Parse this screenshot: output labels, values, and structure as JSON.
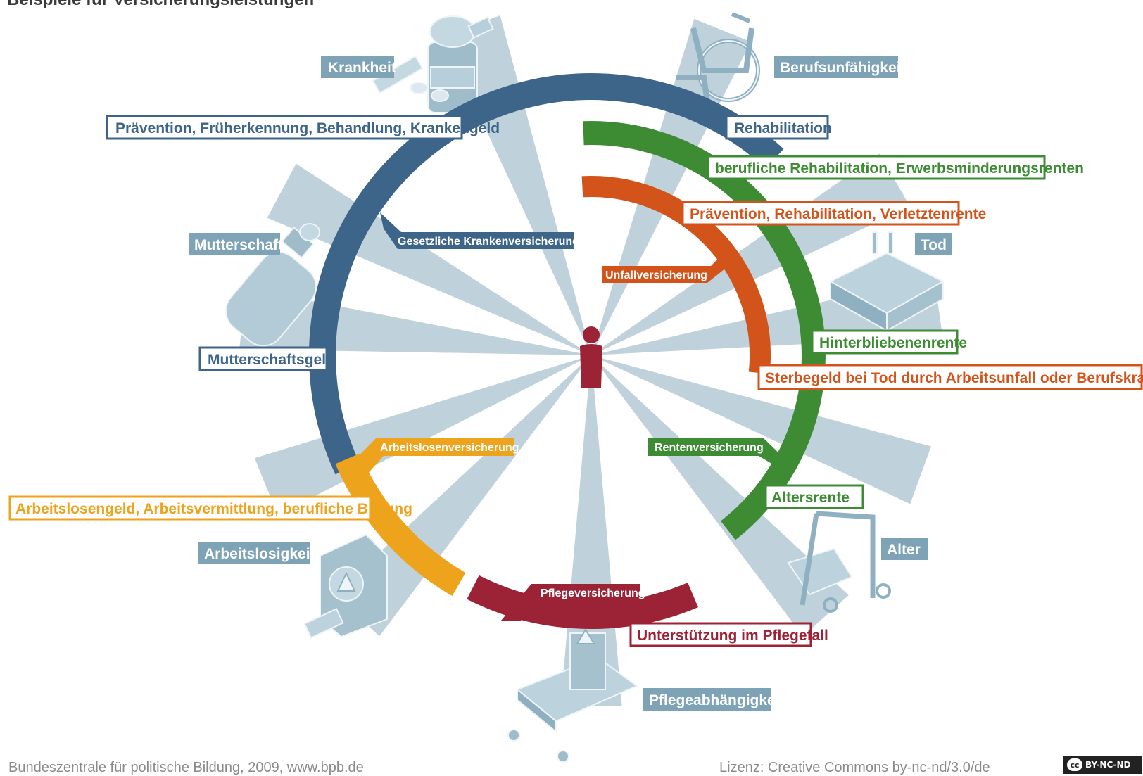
{
  "title": "Beispiele für Versicherungsleistungen",
  "insurances": [
    {
      "name": "Gesetzliche Krankenversicherung",
      "color": "#3d6489",
      "benefits": [
        "Prävention, Früherkennung, Behandlung, Krankengeld",
        "Rehabilitation",
        "Mutterschaftsgeld"
      ]
    },
    {
      "name": "Unfallversicherung",
      "color": "#d3541b",
      "benefits": [
        "Prävention, Rehabilitation, Verletztenrente",
        "Sterbegeld bei Tod durch Arbeitsunfall oder Berufskrankheit"
      ]
    },
    {
      "name": "Rentenversicherung",
      "color": "#3d8c34",
      "benefits": [
        "berufliche Rehabilitation, Erwerbsminderungsrenten",
        "Hinterbliebenenrente",
        "Altersrente"
      ]
    },
    {
      "name": "Pflegeversicherung",
      "color": "#9c2236",
      "benefits": [
        "Unterstützung im Pflegefall"
      ]
    },
    {
      "name": "Arbeitslosenversicherung",
      "color": "#eda31c",
      "benefits": [
        "Arbeitslosengeld, Arbeitsvermittlung, berufliche Bildung"
      ]
    }
  ],
  "risks": [
    "Krankheit",
    "Berufsunfähigkeit",
    "Mutterschaft",
    "Tod",
    "Arbeitslosigkeit",
    "Alter",
    "Pflegeabhängigkeit"
  ],
  "colors": {
    "risk_label_bg": "#7fa3b6",
    "ray": "#a9c2cf",
    "person": "#9c2236"
  },
  "footer": {
    "source": "Bundeszentrale für politische Bildung, 2009, www.bpb.de",
    "license": "Lizenz: Creative Commons by-nc-nd/3.0/de",
    "badge_cc": "cc",
    "badge_text": "BY-NC-ND"
  }
}
